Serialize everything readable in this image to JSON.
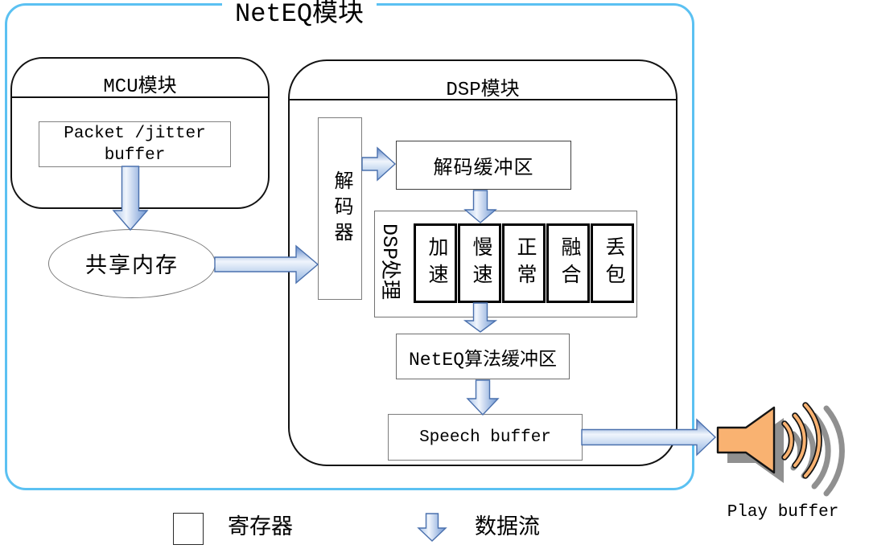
{
  "diagram_title": "NetEQ模块",
  "mcu": {
    "title": "MCU模块",
    "packet_buffer": "Packet /jitter buffer"
  },
  "shared_memory": "共享内存",
  "dsp": {
    "title": "DSP模块",
    "decoder": "解码器",
    "decode_buffer": "解码缓冲区",
    "process_label": "DSP处理",
    "modes": [
      "加速",
      "慢速",
      "正常",
      "融合",
      "丢包"
    ],
    "neteq_buffer": "NetEQ算法缓冲区",
    "speech_buffer": "Speech buffer"
  },
  "speaker_label": "Play buffer",
  "legend": {
    "register": "寄存器",
    "dataflow": "数据流"
  },
  "colors": {
    "frame_blue": "#5BC1F2",
    "module_border": "#121212",
    "arrow_outline": "#4A70AD",
    "arrow_dark": "#6D95D2",
    "arrow_light": "#F0F5FC",
    "speaker_orange": "#F9B271",
    "shadow_gray": "#909090"
  }
}
